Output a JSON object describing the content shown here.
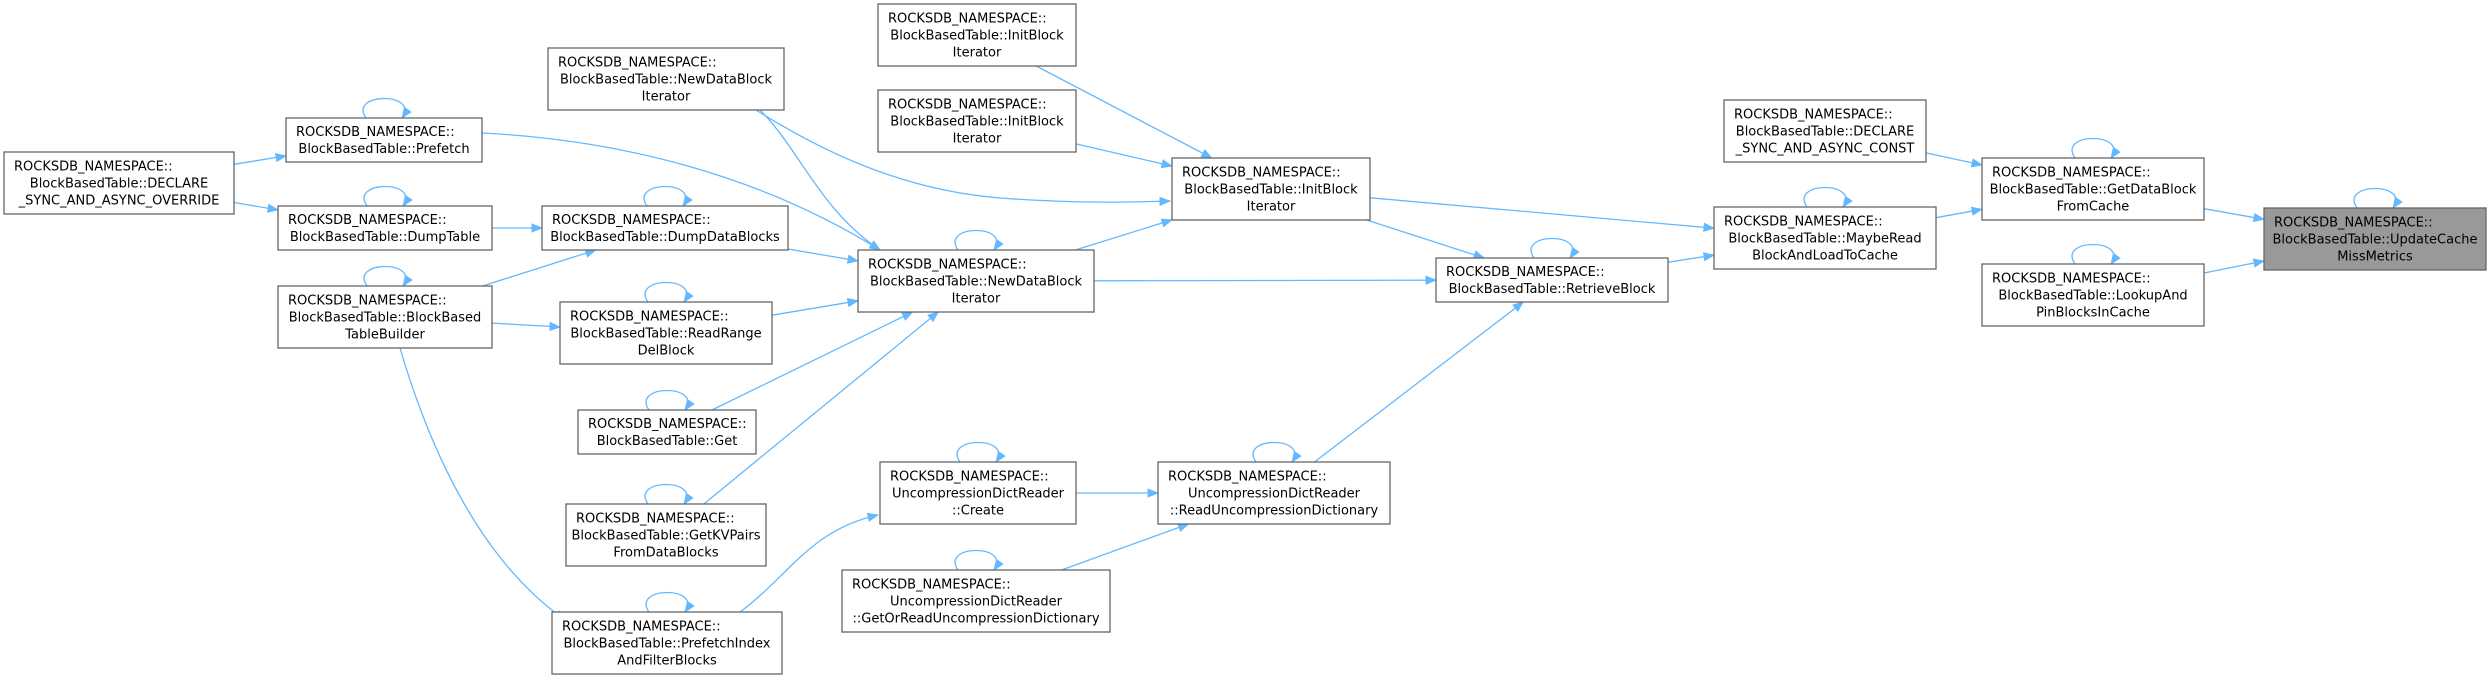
{
  "graph": {
    "nodes": [
      {
        "id": "n_update",
        "lines": [
          "ROCKSDB_NAMESPACE::",
          "BlockBasedTable::UpdateCache",
          "MissMetrics"
        ],
        "focus": true,
        "self_loop": true
      },
      {
        "id": "n_getdatablock",
        "lines": [
          "ROCKSDB_NAMESPACE::",
          "BlockBasedTable::GetDataBlock",
          "FromCache"
        ],
        "self_loop": true
      },
      {
        "id": "n_lookupandpin",
        "lines": [
          "ROCKSDB_NAMESPACE::",
          "BlockBasedTable::LookupAnd",
          "PinBlocksInCache"
        ],
        "self_loop": true
      },
      {
        "id": "n_declare_const",
        "lines": [
          "ROCKSDB_NAMESPACE::",
          "BlockBasedTable::DECLARE",
          "_SYNC_AND_ASYNC_CONST"
        ],
        "self_loop": false
      },
      {
        "id": "n_maybereadblock",
        "lines": [
          "ROCKSDB_NAMESPACE::",
          "BlockBasedTable::MaybeRead",
          "BlockAndLoadToCache"
        ],
        "self_loop": true
      },
      {
        "id": "n_retrieveblock",
        "lines": [
          "ROCKSDB_NAMESPACE::",
          "BlockBasedTable::RetrieveBlock"
        ],
        "self_loop": true
      },
      {
        "id": "n_initblockiter_main",
        "lines": [
          "ROCKSDB_NAMESPACE::",
          "BlockBasedTable::InitBlock",
          "Iterator"
        ],
        "self_loop": false
      },
      {
        "id": "n_initblockiter_a",
        "lines": [
          "ROCKSDB_NAMESPACE::",
          "BlockBasedTable::InitBlock",
          "Iterator"
        ],
        "self_loop": false
      },
      {
        "id": "n_initblockiter_b",
        "lines": [
          "ROCKSDB_NAMESPACE::",
          "BlockBasedTable::InitBlock",
          "Iterator"
        ],
        "self_loop": false
      },
      {
        "id": "n_readuncompdict",
        "lines": [
          "ROCKSDB_NAMESPACE::",
          "UncompressionDictReader",
          "::ReadUncompressionDictionary"
        ],
        "self_loop": true
      },
      {
        "id": "n_newdatablockiter_main",
        "lines": [
          "ROCKSDB_NAMESPACE::",
          "BlockBasedTable::NewDataBlock",
          "Iterator"
        ],
        "self_loop": true
      },
      {
        "id": "n_newdatablockiter_top",
        "lines": [
          "ROCKSDB_NAMESPACE::",
          "BlockBasedTable::NewDataBlock",
          "Iterator"
        ],
        "self_loop": false
      },
      {
        "id": "n_uncompcreate",
        "lines": [
          "ROCKSDB_NAMESPACE::",
          "UncompressionDictReader",
          "::Create"
        ],
        "self_loop": true
      },
      {
        "id": "n_getorreaduncomp",
        "lines": [
          "ROCKSDB_NAMESPACE::",
          "UncompressionDictReader",
          "::GetOrReadUncompressionDictionary"
        ],
        "self_loop": true
      },
      {
        "id": "n_dumpdatablocks",
        "lines": [
          "ROCKSDB_NAMESPACE::",
          "BlockBasedTable::DumpDataBlocks"
        ],
        "self_loop": true
      },
      {
        "id": "n_readrangedel",
        "lines": [
          "ROCKSDB_NAMESPACE::",
          "BlockBasedTable::ReadRange",
          "DelBlock"
        ],
        "self_loop": true
      },
      {
        "id": "n_get",
        "lines": [
          "ROCKSDB_NAMESPACE::",
          "BlockBasedTable::Get"
        ],
        "self_loop": true
      },
      {
        "id": "n_getkvpairs",
        "lines": [
          "ROCKSDB_NAMESPACE::",
          "BlockBasedTable::GetKVPairs",
          "FromDataBlocks"
        ],
        "self_loop": true
      },
      {
        "id": "n_prefetchindex",
        "lines": [
          "ROCKSDB_NAMESPACE::",
          "BlockBasedTable::PrefetchIndex",
          "AndFilterBlocks"
        ],
        "self_loop": true
      },
      {
        "id": "n_prefetch",
        "lines": [
          "ROCKSDB_NAMESPACE::",
          "BlockBasedTable::Prefetch"
        ],
        "self_loop": true
      },
      {
        "id": "n_dumptable",
        "lines": [
          "ROCKSDB_NAMESPACE::",
          "BlockBasedTable::DumpTable"
        ],
        "self_loop": true
      },
      {
        "id": "n_builder",
        "lines": [
          "ROCKSDB_NAMESPACE::",
          "BlockBasedTable::BlockBased",
          "TableBuilder"
        ],
        "self_loop": true
      },
      {
        "id": "n_declare_override",
        "lines": [
          "ROCKSDB_NAMESPACE::",
          "BlockBasedTable::DECLARE",
          "_SYNC_AND_ASYNC_OVERRIDE"
        ],
        "self_loop": false
      }
    ],
    "edges": [
      {
        "from": "n_getdatablock",
        "to": "n_update"
      },
      {
        "from": "n_lookupandpin",
        "to": "n_update"
      },
      {
        "from": "n_declare_const",
        "to": "n_getdatablock"
      },
      {
        "from": "n_maybereadblock",
        "to": "n_getdatablock"
      },
      {
        "from": "n_retrieveblock",
        "to": "n_maybereadblock"
      },
      {
        "from": "n_initblockiter_main",
        "to": "n_maybereadblock"
      },
      {
        "from": "n_initblockiter_main",
        "to": "n_retrieveblock"
      },
      {
        "from": "n_newdatablockiter_main",
        "to": "n_retrieveblock"
      },
      {
        "from": "n_readuncompdict",
        "to": "n_retrieveblock"
      },
      {
        "from": "n_initblockiter_a",
        "to": "n_initblockiter_main"
      },
      {
        "from": "n_initblockiter_b",
        "to": "n_initblockiter_main"
      },
      {
        "from": "n_newdatablockiter_top",
        "to": "n_initblockiter_main"
      },
      {
        "from": "n_newdatablockiter_main",
        "to": "n_initblockiter_main"
      },
      {
        "from": "n_uncompcreate",
        "to": "n_readuncompdict"
      },
      {
        "from": "n_getorreaduncomp",
        "to": "n_readuncompdict"
      },
      {
        "from": "n_newdatablockiter_top",
        "to": "n_newdatablockiter_main"
      },
      {
        "from": "n_prefetch",
        "to": "n_newdatablockiter_main"
      },
      {
        "from": "n_dumpdatablocks",
        "to": "n_newdatablockiter_main"
      },
      {
        "from": "n_readrangedel",
        "to": "n_newdatablockiter_main"
      },
      {
        "from": "n_get",
        "to": "n_newdatablockiter_main"
      },
      {
        "from": "n_getkvpairs",
        "to": "n_newdatablockiter_main"
      },
      {
        "from": "n_prefetchindex",
        "to": "n_uncompcreate"
      },
      {
        "from": "n_dumptable",
        "to": "n_dumpdatablocks"
      },
      {
        "from": "n_builder",
        "to": "n_dumpdatablocks"
      },
      {
        "from": "n_builder",
        "to": "n_readrangedel"
      },
      {
        "from": "n_builder",
        "to": "n_prefetchindex"
      },
      {
        "from": "n_declare_override",
        "to": "n_prefetch"
      },
      {
        "from": "n_declare_override",
        "to": "n_dumptable"
      }
    ]
  }
}
